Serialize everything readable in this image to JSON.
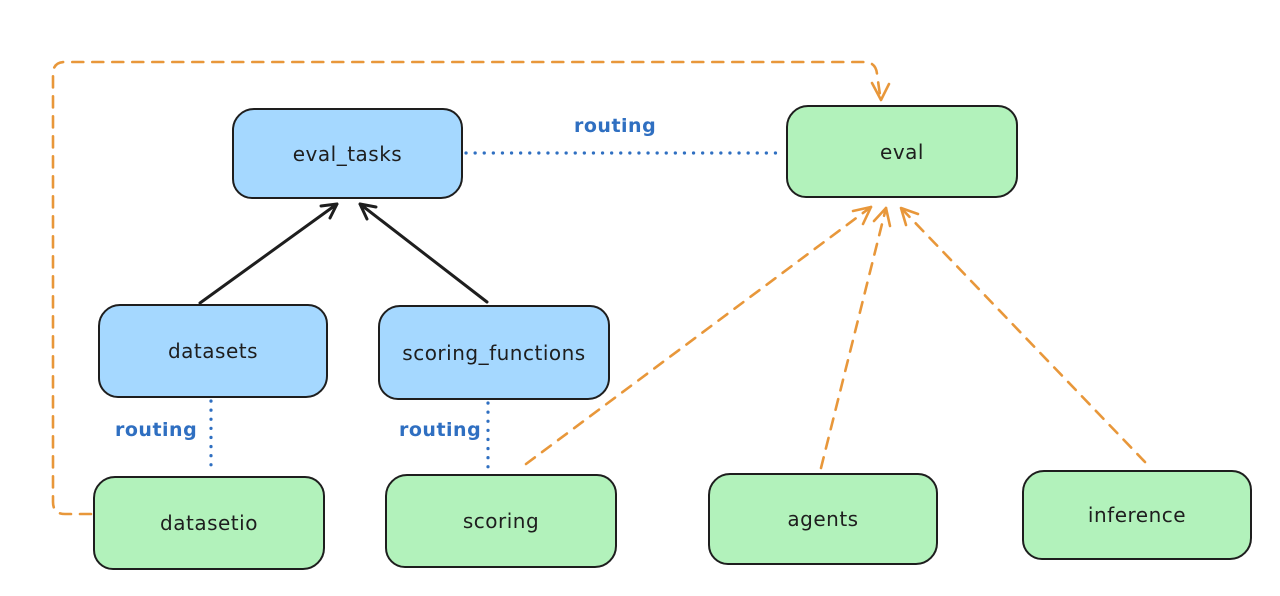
{
  "diagram": {
    "routing_label": "routing",
    "nodes": [
      {
        "id": "eval_tasks",
        "label": "eval_tasks",
        "color": "#a5d8ff"
      },
      {
        "id": "eval",
        "label": "eval",
        "color": "#b2f2bb"
      },
      {
        "id": "datasets",
        "label": "datasets",
        "color": "#a5d8ff"
      },
      {
        "id": "scoring_functions",
        "label": "scoring_functions",
        "color": "#a5d8ff"
      },
      {
        "id": "datasetio",
        "label": "datasetio",
        "color": "#b2f2bb"
      },
      {
        "id": "scoring",
        "label": "scoring",
        "color": "#b2f2bb"
      },
      {
        "id": "agents",
        "label": "agents",
        "color": "#b2f2bb"
      },
      {
        "id": "inference",
        "label": "inference",
        "color": "#b2f2bb"
      }
    ],
    "edges": [
      {
        "from": "datasets",
        "to": "eval_tasks",
        "style": "solid-arrow",
        "color": "#1e1e1e",
        "label": ""
      },
      {
        "from": "scoring_functions",
        "to": "eval_tasks",
        "style": "solid-arrow",
        "color": "#1e1e1e",
        "label": ""
      },
      {
        "from": "eval_tasks",
        "to": "eval",
        "style": "dotted",
        "color": "#2f6fc1",
        "label": "routing"
      },
      {
        "from": "datasets",
        "to": "datasetio",
        "style": "dotted",
        "color": "#2f6fc1",
        "label": "routing"
      },
      {
        "from": "scoring_functions",
        "to": "scoring",
        "style": "dotted",
        "color": "#2f6fc1",
        "label": "routing"
      },
      {
        "from": "datasetio",
        "to": "eval",
        "style": "dashed-arrow",
        "color": "#e8973a",
        "label": ""
      },
      {
        "from": "scoring",
        "to": "eval",
        "style": "dashed-arrow",
        "color": "#e8973a",
        "label": ""
      },
      {
        "from": "agents",
        "to": "eval",
        "style": "dashed-arrow",
        "color": "#e8973a",
        "label": ""
      },
      {
        "from": "inference",
        "to": "eval",
        "style": "dashed-arrow",
        "color": "#e8973a",
        "label": ""
      }
    ],
    "colors": {
      "node_blue": "#a5d8ff",
      "node_green": "#b2f2bb",
      "stroke_black": "#1e1e1e",
      "routing_blue": "#2f6fc1",
      "arrow_orange": "#e8973a",
      "background": "#ffffff"
    }
  }
}
